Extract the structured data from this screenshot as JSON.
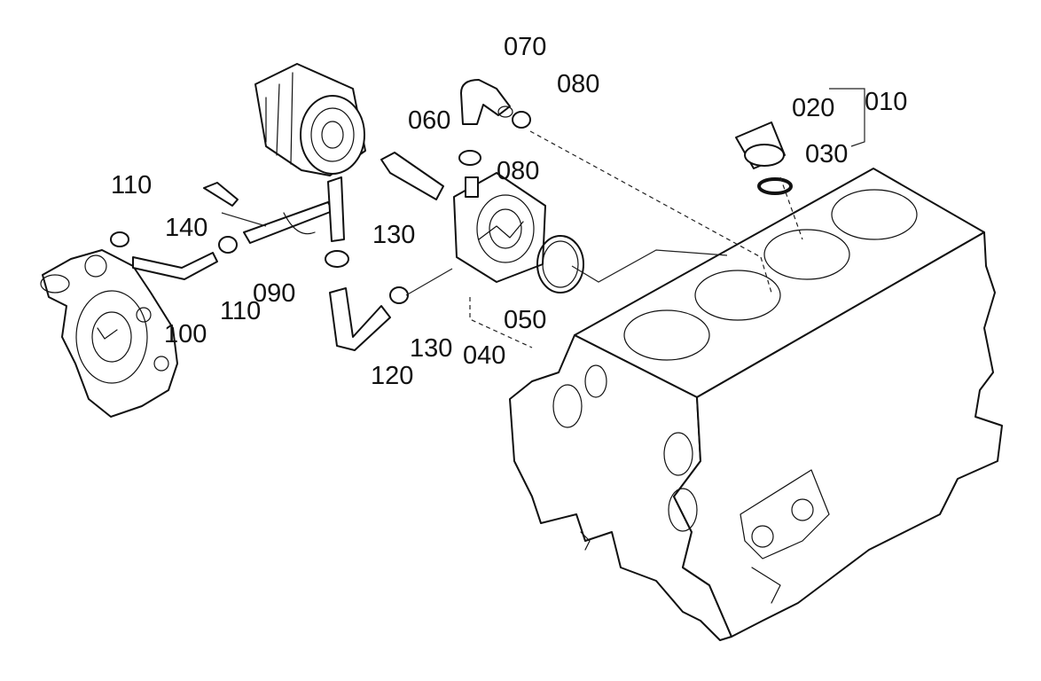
{
  "diagram": {
    "part_labels": {
      "p010": "010",
      "p020": "020",
      "p030": "030",
      "p040": "040",
      "p050": "050",
      "p060": "060",
      "p070": "070",
      "p080a": "080",
      "p080b": "080",
      "p090": "090",
      "p100": "100",
      "p110a": "110",
      "p110b": "110",
      "p120": "120",
      "p130a": "130",
      "p130b": "130",
      "p140": "140"
    }
  }
}
